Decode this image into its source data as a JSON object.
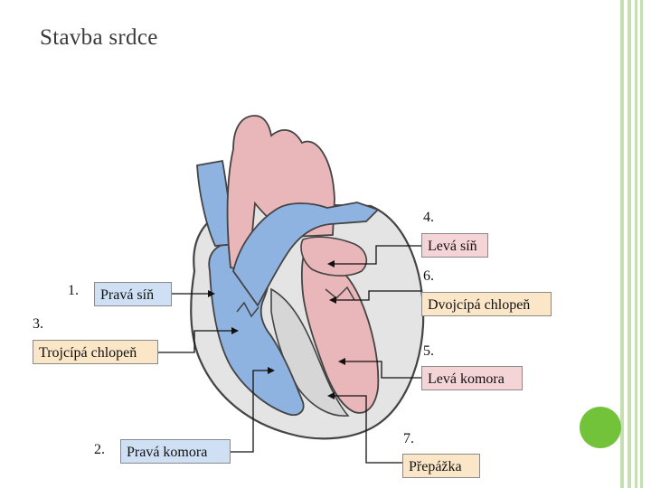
{
  "slide": {
    "title": "Stavba srdce"
  },
  "labels": [
    {
      "num": "1.",
      "text": "Pravá síň"
    },
    {
      "num": "2.",
      "text": "Pravá komora"
    },
    {
      "num": "3.",
      "text": "Trojcípá chlopeň"
    },
    {
      "num": "4.",
      "text": "Levá síň"
    },
    {
      "num": "5.",
      "text": "Levá komora"
    },
    {
      "num": "6.",
      "text": "Dvojcípá chlopeň"
    },
    {
      "num": "7.",
      "text": "Přepážka"
    }
  ],
  "colors": {
    "deoxygenated": "#8fb3e1",
    "oxygenated": "#e9b6b9",
    "muscle": "#dcdcdc",
    "accent_dot": "#72c23a",
    "frame_line": "#c5e0b0"
  }
}
